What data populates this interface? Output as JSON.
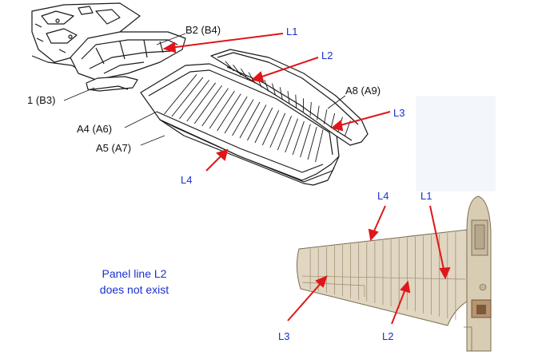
{
  "colors": {
    "line_art": "#1a1a1a",
    "arrow": "#e0161b",
    "callout_text": "#1a2fd0",
    "panel_fill": "#e0d6c1",
    "panel_line": "#9a8a6a",
    "tint": "#e6f0f8"
  },
  "exploded_view": {
    "part_labels": {
      "b2_b4": "B2 (B4)",
      "b3": "1 (B3)",
      "a8_a9": "A8 (A9)",
      "a4_a6": "A4 (A6)",
      "a5_a7": "A5 (A7)"
    },
    "callouts": {
      "l1": "L1",
      "l2": "L2",
      "l3": "L3",
      "l4": "L4"
    }
  },
  "plan_view": {
    "callouts": {
      "l4": "L4",
      "l1": "L1",
      "l3": "L3",
      "l2": "L2"
    }
  },
  "note": {
    "line1": "Panel line L2",
    "line2": "does not exist"
  }
}
